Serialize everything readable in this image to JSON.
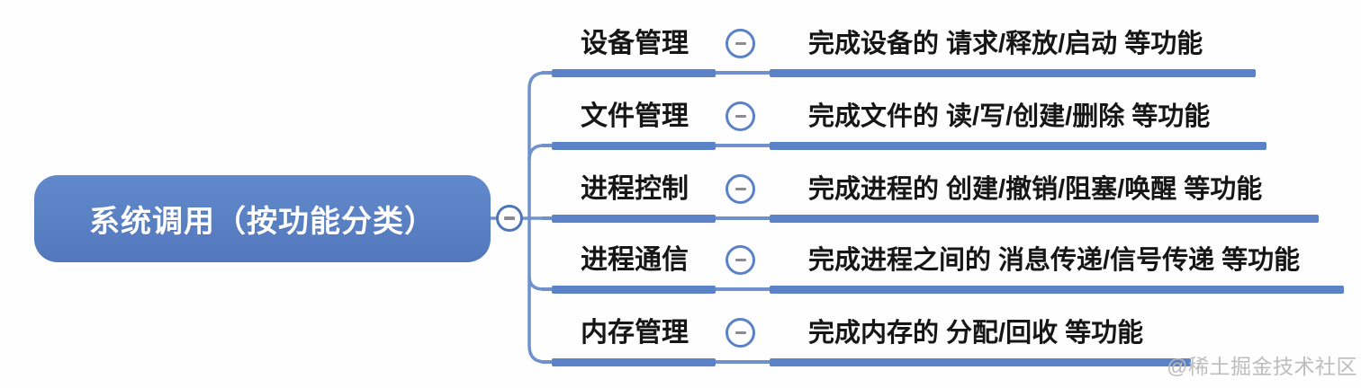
{
  "root": {
    "title": "系统调用（按功能分类）"
  },
  "branches": [
    {
      "label": "设备管理",
      "description": "完成设备的 请求/释放/启动 等功能"
    },
    {
      "label": "文件管理",
      "description": "完成文件的 读/写/创建/删除 等功能"
    },
    {
      "label": "进程控制",
      "description": "完成进程的 创建/撤销/阻塞/唤醒 等功能"
    },
    {
      "label": "进程通信",
      "description": "完成进程之间的 消息传递/信号传递 等功能"
    },
    {
      "label": "内存管理",
      "description": "完成内存的 分配/回收 等功能"
    }
  ],
  "icons": {
    "collapse_toggle": "minus-circle-icon"
  },
  "watermark": "@稀土掘金技术社区",
  "colors": {
    "node_blue": "#5b82c6",
    "line_blue": "#6f92cc",
    "text_black": "#161616",
    "minus_gray": "#8b8b93",
    "watermark_gray": "#bdbdbd"
  }
}
